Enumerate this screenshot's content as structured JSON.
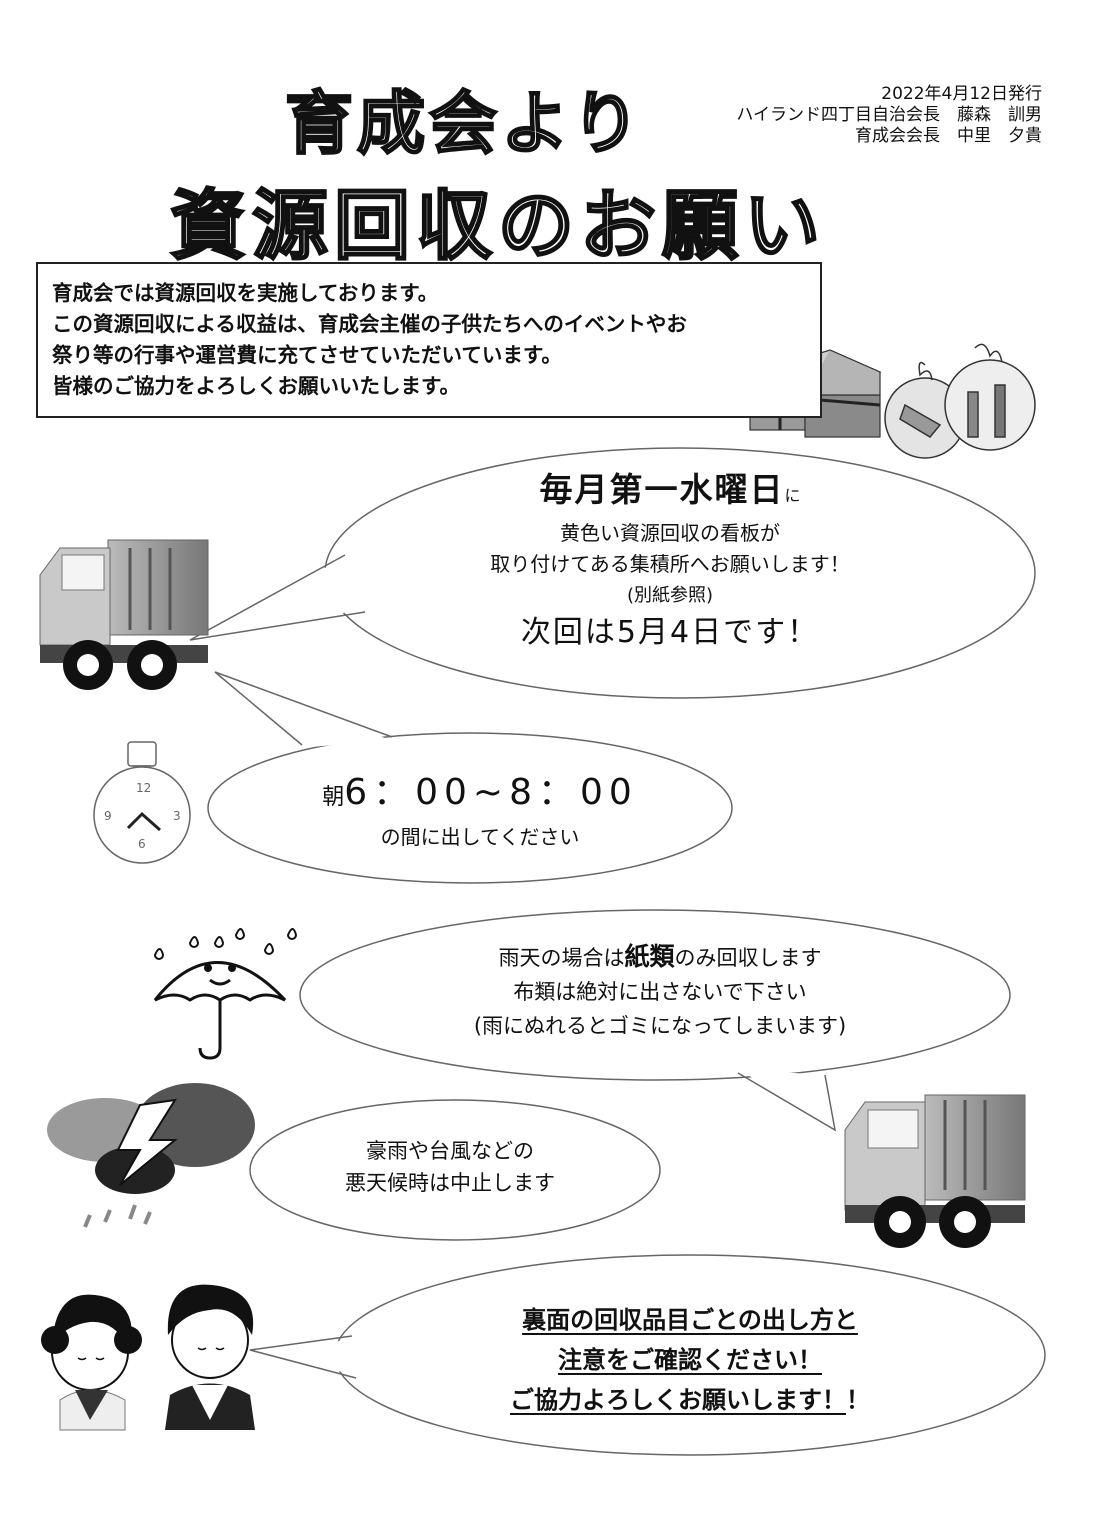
{
  "header": {
    "title_line1": "育成会より",
    "title_line2": "資源回収のお願い",
    "issue_date": "2022年4月12日発行",
    "issuer1": "ハイランド四丁目自治会長　藤森　訓男",
    "issuer2": "育成会会長　中里　夕貴"
  },
  "intro": {
    "lines": [
      "育成会では資源回収を実施しております。",
      "この資源回収による収益は、育成会主催の子供たちへのイベントやお",
      "祭り等の行事や運営費に充てさせていただいています。",
      "皆様のご協力をよろしくお願いいたします。"
    ]
  },
  "schedule": {
    "day": "毎月第一水曜日",
    "day_suffix": "に",
    "line1": "黄色い資源回収の看板が",
    "line2": "取り付けてある集積所へお願いします！",
    "note": "(別紙参照)",
    "next": "次回は5月4日です！"
  },
  "time": {
    "prefix": "朝",
    "range": "6：00~8：00",
    "line": "の間に出してください"
  },
  "rain": {
    "pre": "雨天の場合は",
    "bold": "紙類",
    "post": "のみ回収します",
    "line2": "布類は絶対に出さないで下さい",
    "line3": "(雨にぬれるとゴミになってしまいます)"
  },
  "storm": {
    "line1": "豪雨や台風などの",
    "line2": "悪天候時は中止します"
  },
  "closing": {
    "line1": "裏面の回収品目ごとの出し方と",
    "line2": "注意をご確認ください！",
    "line3": "ご協力よろしくお願いします！",
    "line3_tail": "！"
  },
  "icons": [
    "paper-bundle-icon",
    "bottle-bag-icon",
    "truck-icon",
    "clock-icon",
    "umbrella-icon",
    "storm-cloud-icon",
    "truck-icon",
    "children-icon"
  ],
  "clock_numbers": [
    "12",
    "3",
    "6",
    "9"
  ]
}
